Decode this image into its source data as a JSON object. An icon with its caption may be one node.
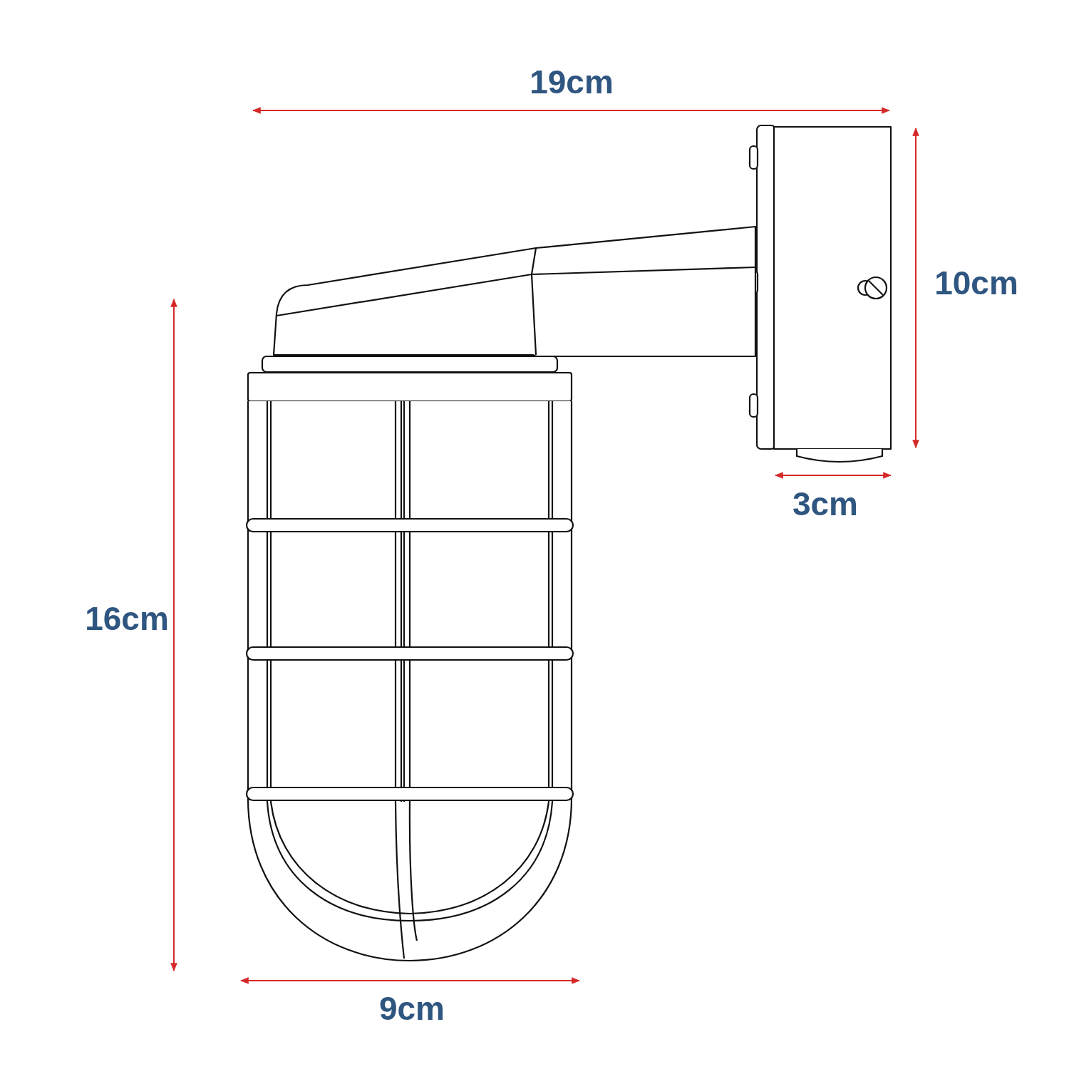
{
  "diagram": {
    "labels": [
      "19cm",
      "10cm",
      "3cm",
      "16cm",
      "9cm"
    ]
  }
}
